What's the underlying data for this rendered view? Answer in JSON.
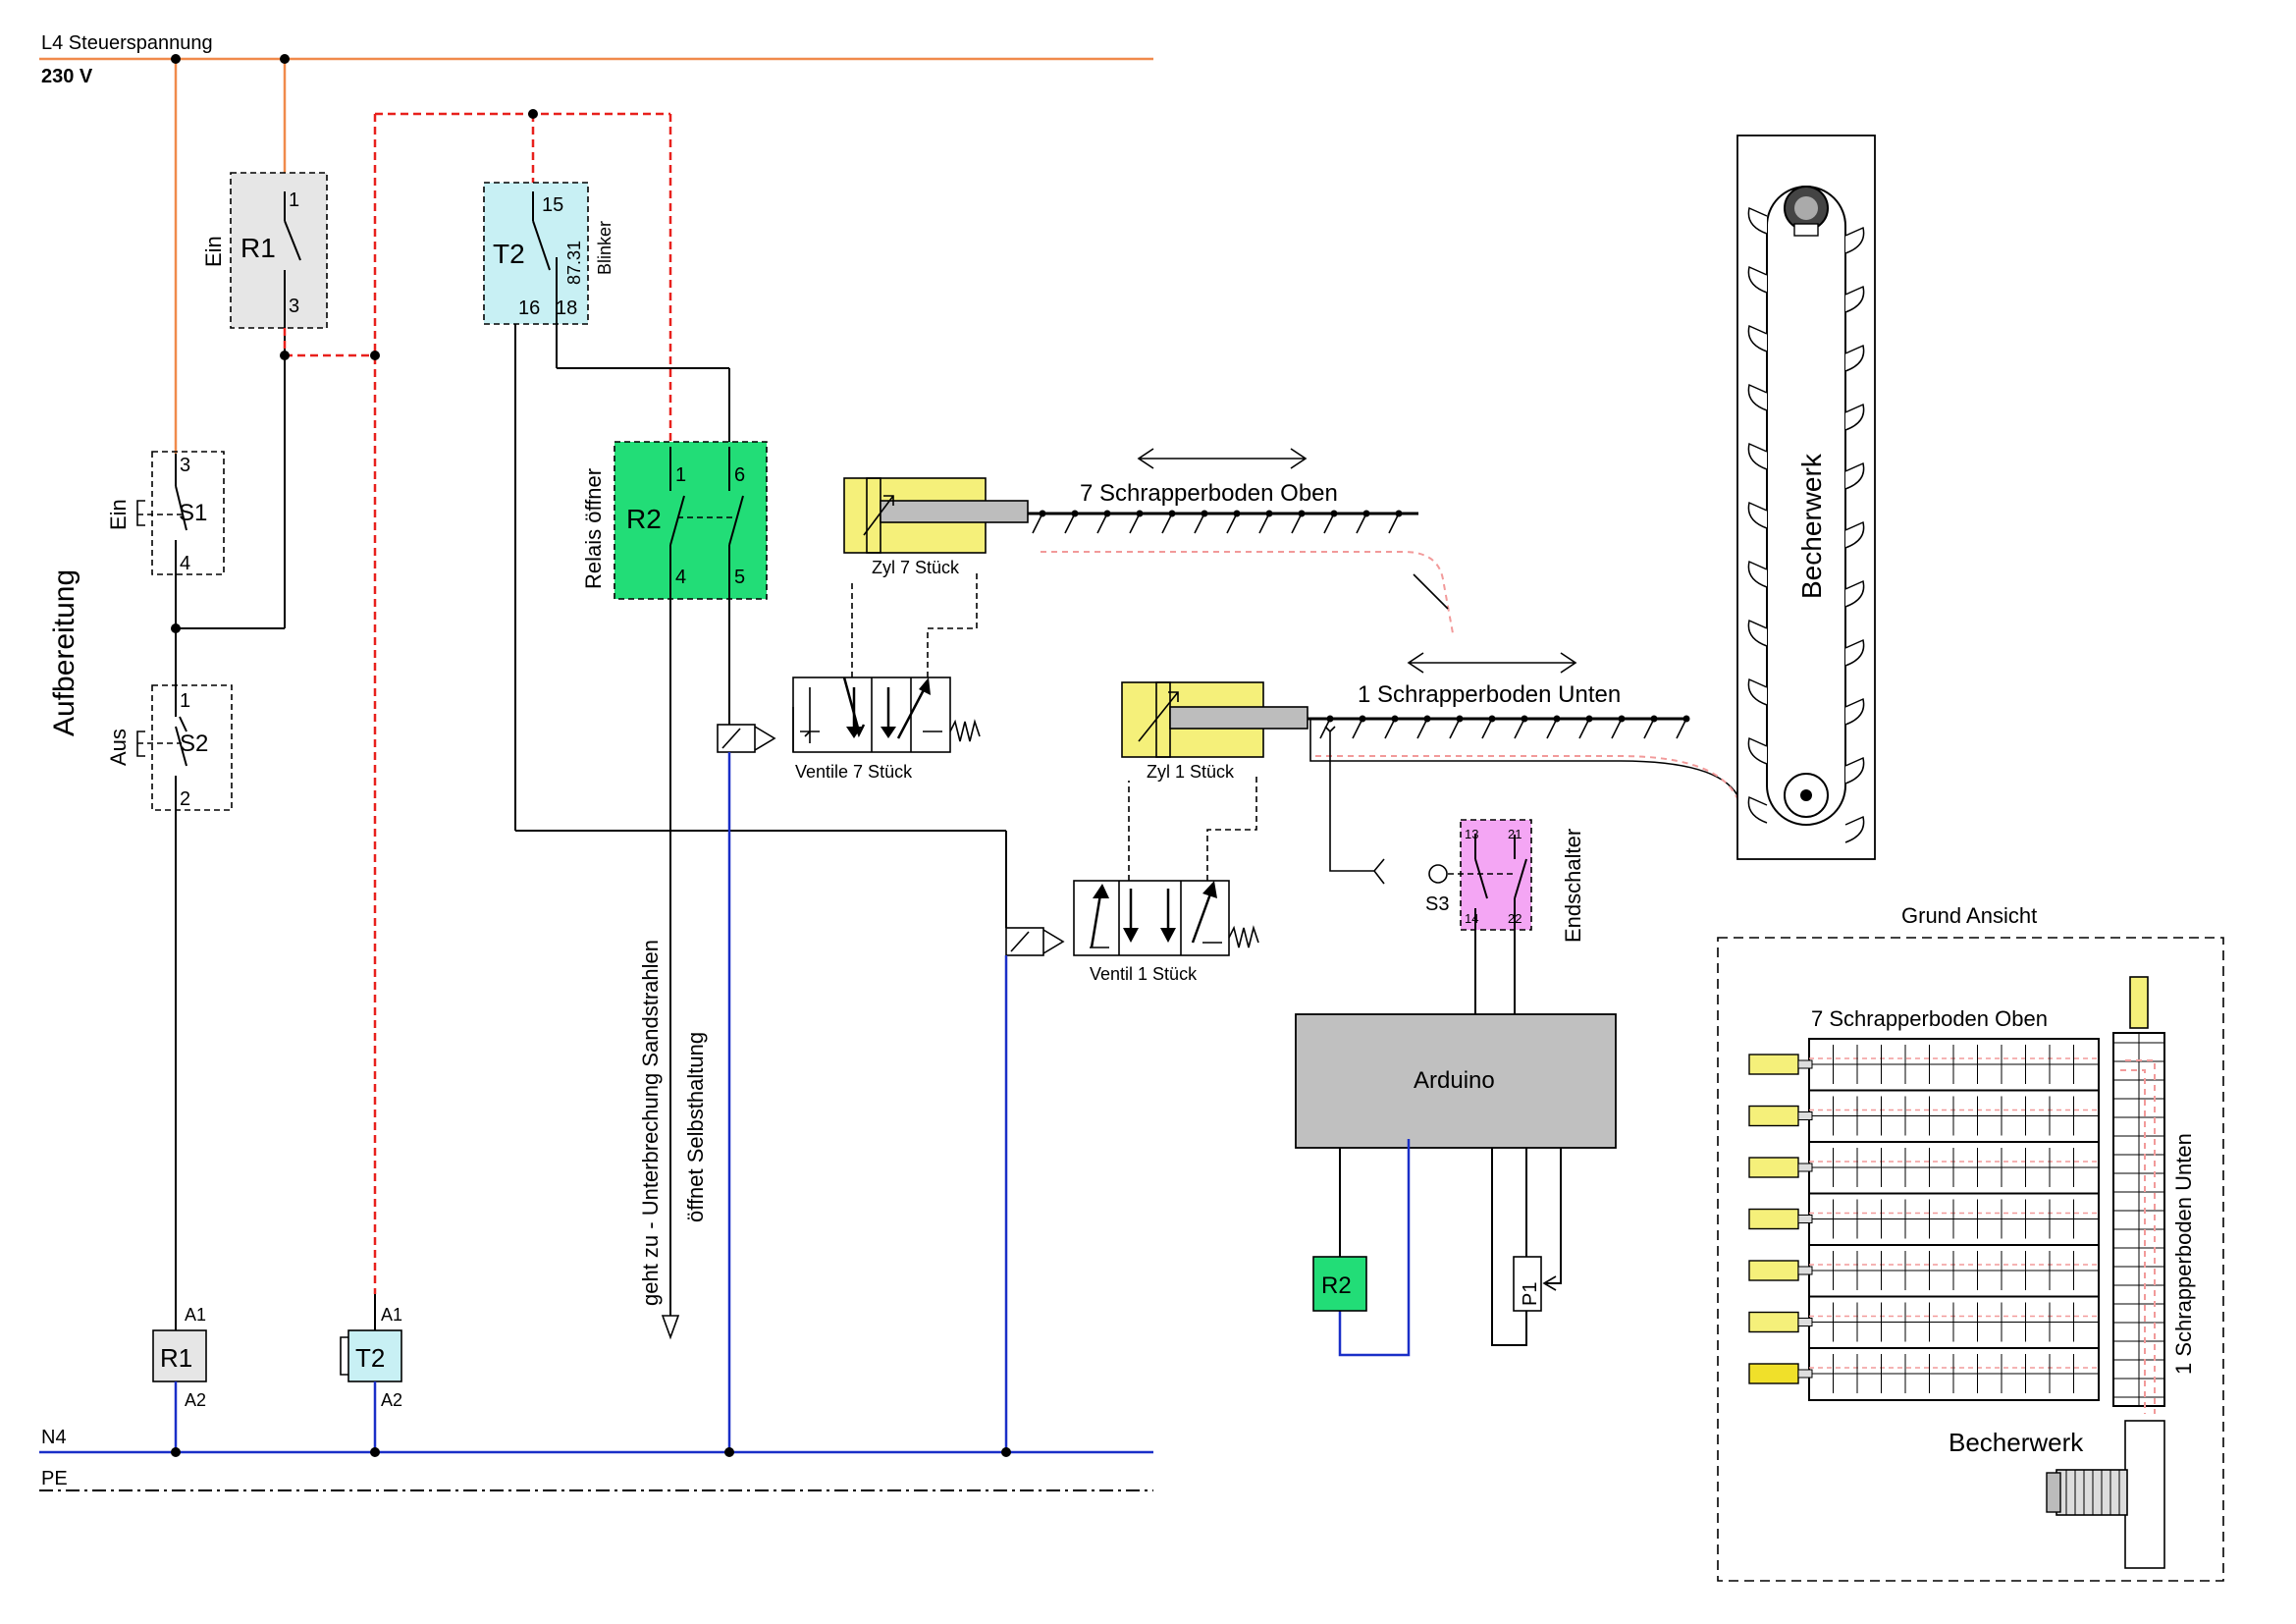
{
  "rails": {
    "l4": "L4  Steuerspannung",
    "v230": "230 V",
    "n4": "N4",
    "pe": "PE"
  },
  "section_label": "Aufbereitung",
  "r1_contact": {
    "name": "R1",
    "side": "Ein",
    "t1": "1",
    "t3": "3"
  },
  "t2_relay": {
    "name": "T2",
    "t15": "15",
    "t16": "16",
    "t18": "18",
    "code": "87.31",
    "type": "Blinker"
  },
  "s1": {
    "name": "S1",
    "side": "Ein",
    "t3": "3",
    "t4": "4"
  },
  "s2": {
    "name": "S2",
    "side": "Aus",
    "t1": "1",
    "t2": "2"
  },
  "r2_relay": {
    "name": "R2",
    "side": "Relais öffner",
    "t1": "1",
    "t4": "4",
    "t6": "6",
    "t5": "5"
  },
  "coils": {
    "r1": "R1",
    "t2": "T2",
    "a1": "A1",
    "a2": "A2"
  },
  "arrow_text": {
    "line1": "geht zu - Unterbrechung Sandstrahlen",
    "line2": "öffnet Selbsthaltung"
  },
  "cyl7": {
    "label": "Zyl 7 Stück"
  },
  "cyl1": {
    "label": "Zyl 1 Stück"
  },
  "valve7": {
    "label": "Ventile 7 Stück"
  },
  "valve1": {
    "label": "Ventil 1 Stück"
  },
  "scraper_top": "7 Schrapperboden Oben",
  "scraper_bottom": "1 Schrapperboden Unten",
  "elevator": "Becherwerk",
  "limit_switch": {
    "name": "S3",
    "t13": "13",
    "t21": "21",
    "t14": "14",
    "t22": "22",
    "label": "Endschalter"
  },
  "arduino": "Arduino",
  "r2_box": "R2",
  "p1_box": "P1",
  "plan_view": {
    "title": "Grund Ansicht",
    "top": "7 Schrapperboden Oben",
    "bottom": "1 Schrapperboden Unten",
    "elevator": "Becherwerk"
  },
  "colors": {
    "phase": "#f08a4b",
    "control_red": "#e8201c",
    "neutral": "#1a2fc8",
    "relay_grey": "#e6e6e6",
    "t2_cyan": "#c8f0f4",
    "r2_green": "#22dd77",
    "cylinder_yellow": "#f5f07a",
    "limit_magenta": "#f4a6f4",
    "arduino_grey": "#c0c0c0"
  }
}
